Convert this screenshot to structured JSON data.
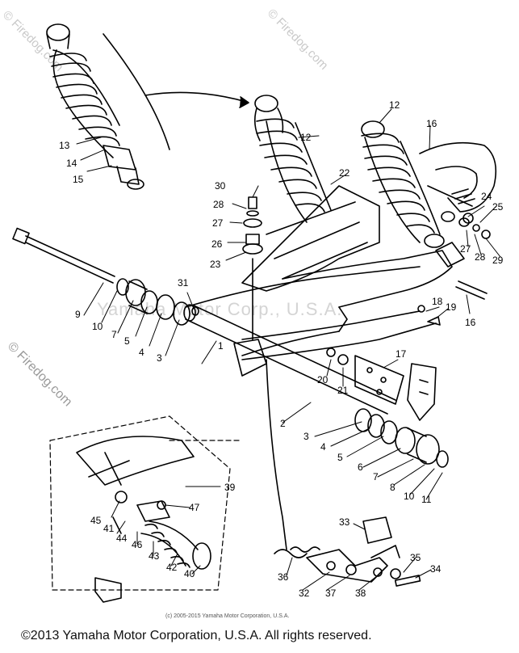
{
  "watermarks": {
    "top_left": "© Firedog.com",
    "top_right": "© Firedog.com",
    "left": "© Firedog.com",
    "center": "Yamaha Motor Corp., U.S.A."
  },
  "fine_copyright": "(c) 2005-2015 Yamaha Motor Corporation, U.S.A.",
  "bottom_copyright": "©2013 Yamaha Motor Corporation, U.S.A. All rights reserved.",
  "part_numbers": {
    "p1": "1",
    "p2": "2",
    "p3a": "3",
    "p3b": "3",
    "p4a": "4",
    "p4b": "4",
    "p5a": "5",
    "p5b": "5",
    "p6": "6",
    "p7a": "7",
    "p7b": "7",
    "p8": "8",
    "p9": "9",
    "p10a": "10",
    "p10b": "10",
    "p11": "11",
    "p12a": "12",
    "p12b": "12",
    "p13": "13",
    "p14": "14",
    "p15": "15",
    "p16a": "16",
    "p16b": "16",
    "p17": "17",
    "p18": "18",
    "p19": "19",
    "p20": "20",
    "p21": "21",
    "p22": "22",
    "p23": "23",
    "p24": "24",
    "p25": "25",
    "p26": "26",
    "p27a": "27",
    "p27b": "27",
    "p28a": "28",
    "p28b": "28",
    "p29": "29",
    "p30": "30",
    "p31": "31",
    "p32": "32",
    "p33": "33",
    "p34": "34",
    "p35": "35",
    "p36": "36",
    "p37": "37",
    "p38": "38",
    "p39": "39",
    "p40": "40",
    "p41": "41",
    "p42": "42",
    "p43": "43",
    "p44": "44",
    "p45": "45",
    "p46": "46",
    "p47": "47"
  }
}
